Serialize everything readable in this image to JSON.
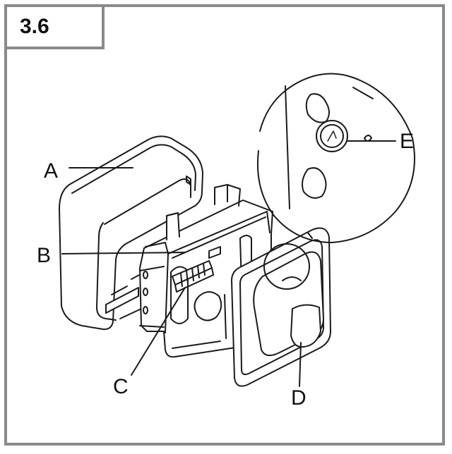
{
  "step": {
    "number": "3.6"
  },
  "callouts": {
    "a": "A",
    "b": "B",
    "c": "C",
    "d": "D",
    "e": "E"
  }
}
